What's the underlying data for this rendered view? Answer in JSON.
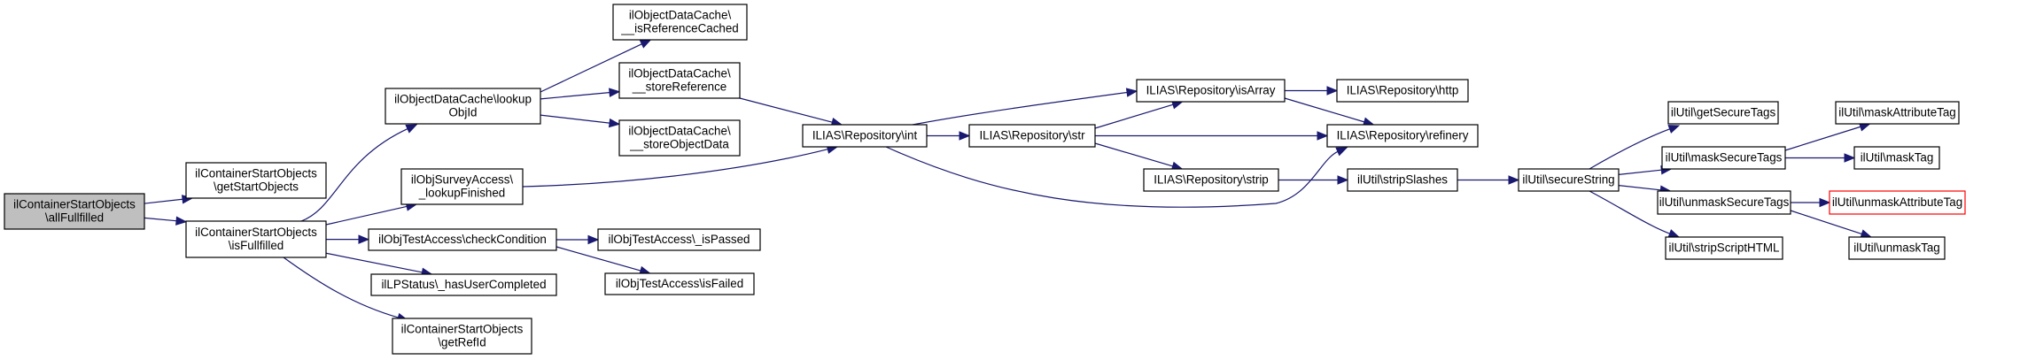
{
  "diagram": {
    "type": "call-graph",
    "edge_color": "#191970",
    "root_fill": "#bfbfbf",
    "missing_border": "#ff0000",
    "nodes": [
      {
        "id": "allFullfilled",
        "lines": [
          "ilContainerStartObjects",
          "\\allFullfilled"
        ],
        "style": "root"
      },
      {
        "id": "getStartObjects",
        "lines": [
          "ilContainerStartObjects",
          "\\getStartObjects"
        ]
      },
      {
        "id": "isFullfilled",
        "lines": [
          "ilContainerStartObjects",
          "\\isFullfilled"
        ]
      },
      {
        "id": "lookupObjId",
        "lines": [
          "ilObjectDataCache\\lookup",
          "ObjId"
        ]
      },
      {
        "id": "isReferenceCached",
        "lines": [
          "ilObjectDataCache\\",
          "__isReferenceCached"
        ]
      },
      {
        "id": "storeReference",
        "lines": [
          "ilObjectDataCache\\",
          "__storeReference"
        ]
      },
      {
        "id": "storeObjectData",
        "lines": [
          "ilObjectDataCache\\",
          "__storeObjectData"
        ]
      },
      {
        "id": "lookupFinished",
        "lines": [
          "ilObjSurveyAccess\\",
          "_lookupFinished"
        ]
      },
      {
        "id": "checkCondition",
        "lines": [
          "ilObjTestAccess\\checkCondition"
        ]
      },
      {
        "id": "hasUserCompleted",
        "lines": [
          "ilLPStatus\\_hasUserCompleted"
        ]
      },
      {
        "id": "getRefId",
        "lines": [
          "ilContainerStartObjects",
          "\\getRefId"
        ]
      },
      {
        "id": "isPassed",
        "lines": [
          "ilObjTestAccess\\_isPassed"
        ]
      },
      {
        "id": "isFailed",
        "lines": [
          "ilObjTestAccess\\isFailed"
        ]
      },
      {
        "id": "repoInt",
        "lines": [
          "ILIAS\\Repository\\int"
        ]
      },
      {
        "id": "repoStr",
        "lines": [
          "ILIAS\\Repository\\str"
        ]
      },
      {
        "id": "repoIsArray",
        "lines": [
          "ILIAS\\Repository\\isArray"
        ]
      },
      {
        "id": "repoHttp",
        "lines": [
          "ILIAS\\Repository\\http"
        ]
      },
      {
        "id": "repoRefinery",
        "lines": [
          "ILIAS\\Repository\\refinery"
        ]
      },
      {
        "id": "repoStrip",
        "lines": [
          "ILIAS\\Repository\\strip"
        ]
      },
      {
        "id": "stripSlashes",
        "lines": [
          "ilUtil\\stripSlashes"
        ]
      },
      {
        "id": "secureString",
        "lines": [
          "ilUtil\\secureString"
        ]
      },
      {
        "id": "getSecureTags",
        "lines": [
          "ilUtil\\getSecureTags"
        ]
      },
      {
        "id": "maskSecureTags",
        "lines": [
          "ilUtil\\maskSecureTags"
        ]
      },
      {
        "id": "unmaskSecureTags",
        "lines": [
          "ilUtil\\unmaskSecureTags"
        ]
      },
      {
        "id": "stripScriptHTML",
        "lines": [
          "ilUtil\\stripScriptHTML"
        ]
      },
      {
        "id": "maskAttributeTag",
        "lines": [
          "ilUtil\\maskAttributeTag"
        ]
      },
      {
        "id": "maskTag",
        "lines": [
          "ilUtil\\maskTag"
        ]
      },
      {
        "id": "unmaskAttributeTag",
        "lines": [
          "ilUtil\\unmaskAttributeTag"
        ],
        "style": "missing"
      },
      {
        "id": "unmaskTag",
        "lines": [
          "ilUtil\\unmaskTag"
        ]
      }
    ],
    "edges": [
      [
        "allFullfilled",
        "getStartObjects"
      ],
      [
        "allFullfilled",
        "isFullfilled"
      ],
      [
        "isFullfilled",
        "lookupObjId"
      ],
      [
        "isFullfilled",
        "lookupFinished"
      ],
      [
        "isFullfilled",
        "checkCondition"
      ],
      [
        "isFullfilled",
        "hasUserCompleted"
      ],
      [
        "isFullfilled",
        "getRefId"
      ],
      [
        "lookupObjId",
        "isReferenceCached"
      ],
      [
        "lookupObjId",
        "storeReference"
      ],
      [
        "lookupObjId",
        "storeObjectData"
      ],
      [
        "storeReference",
        "repoInt"
      ],
      [
        "lookupFinished",
        "repoInt"
      ],
      [
        "checkCondition",
        "isPassed"
      ],
      [
        "checkCondition",
        "isFailed"
      ],
      [
        "repoInt",
        "repoIsArray"
      ],
      [
        "repoInt",
        "repoStr"
      ],
      [
        "repoInt",
        "repoRefinery"
      ],
      [
        "repoStr",
        "repoIsArray"
      ],
      [
        "repoStr",
        "repoRefinery"
      ],
      [
        "repoStr",
        "repoStrip"
      ],
      [
        "repoIsArray",
        "repoHttp"
      ],
      [
        "repoIsArray",
        "repoRefinery"
      ],
      [
        "repoStrip",
        "stripSlashes"
      ],
      [
        "stripSlashes",
        "secureString"
      ],
      [
        "secureString",
        "getSecureTags"
      ],
      [
        "secureString",
        "maskSecureTags"
      ],
      [
        "secureString",
        "unmaskSecureTags"
      ],
      [
        "secureString",
        "stripScriptHTML"
      ],
      [
        "maskSecureTags",
        "maskAttributeTag"
      ],
      [
        "maskSecureTags",
        "maskTag"
      ],
      [
        "unmaskSecureTags",
        "unmaskAttributeTag"
      ],
      [
        "unmaskSecureTags",
        "unmaskTag"
      ]
    ]
  }
}
